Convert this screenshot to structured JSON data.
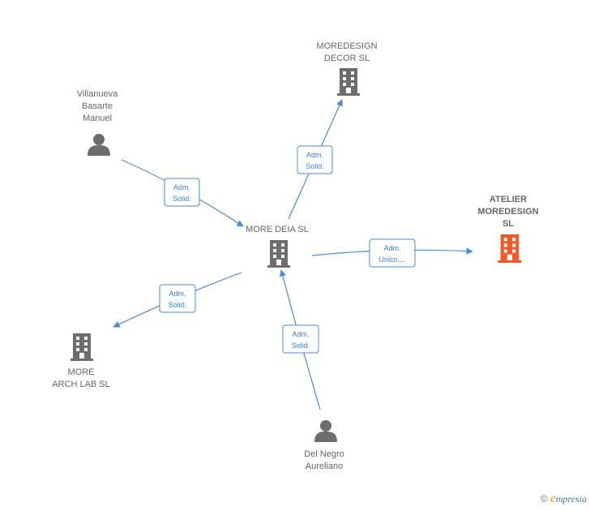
{
  "nodes": {
    "center": {
      "label_lines": [
        "MORE DEIA  SL"
      ],
      "kind": "company"
    },
    "moredesign_decor": {
      "label_lines": [
        "MOREDESIGN",
        "DECOR  SL"
      ],
      "kind": "company"
    },
    "atelier": {
      "label_lines": [
        "ATELIER",
        "MOREDESIGN",
        "SL"
      ],
      "kind": "company-target"
    },
    "more_arch_lab": {
      "label_lines": [
        "MORE",
        "ARCH LAB  SL"
      ],
      "kind": "company"
    },
    "villanueva": {
      "label_lines": [
        "Villanueva",
        "Basarte",
        "Manuel"
      ],
      "kind": "person"
    },
    "del_negro": {
      "label_lines": [
        "Del Negro",
        "Aureliano"
      ],
      "kind": "person"
    }
  },
  "edges": {
    "villanueva_center": {
      "label_lines": [
        "Adm.",
        "Solid."
      ]
    },
    "center_decor": {
      "label_lines": [
        "Adm.",
        "Solid."
      ]
    },
    "center_atelier": {
      "label_lines": [
        "Adm.",
        "Unico,..."
      ]
    },
    "center_arch": {
      "label_lines": [
        "Adm.",
        "Solid."
      ]
    },
    "delnegro_center": {
      "label_lines": [
        "Adm.",
        "Solid."
      ]
    }
  },
  "colors": {
    "company": "#6d6d6d",
    "target": "#f05a28",
    "person": "#6d6d6d",
    "edge": "#4a8ad8"
  },
  "footer": {
    "copyright": "©",
    "brand_initial": "e",
    "brand_rest": "mpresia"
  }
}
